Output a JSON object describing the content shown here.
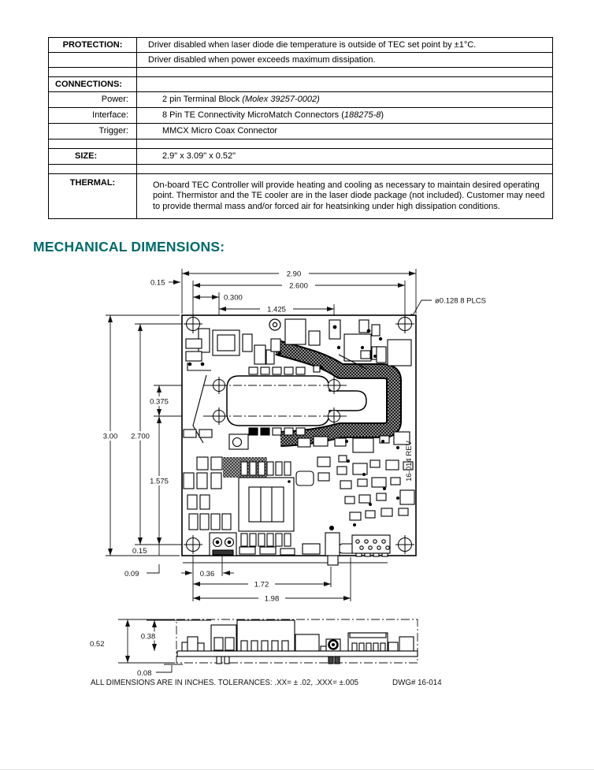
{
  "table": {
    "rows": [
      {
        "label": "PROTECTION:",
        "value_pre": "Driver disabled when laser diode die temperature is outside of TEC set point by ±1°C.",
        "value_italic": "",
        "value_post": ""
      },
      {
        "label": "",
        "value_pre": "Driver disabled when power exceeds maximum dissipation.",
        "value_italic": "",
        "value_post": ""
      },
      {
        "label": "",
        "value_pre": "",
        "value_italic": "",
        "value_post": ""
      },
      {
        "label": "CONNECTIONS:",
        "value_pre": "",
        "value_italic": "",
        "value_post": ""
      },
      {
        "label": "Power:",
        "value_pre": "2 pin Terminal Block ",
        "value_italic": "(Molex 39257-0002)",
        "value_post": ""
      },
      {
        "label": "Interface:",
        "value_pre": "8 Pin TE Connectivity MicroMatch Connectors (",
        "value_italic": "188275-8",
        "value_post": ")"
      },
      {
        "label": "Trigger:",
        "value_pre": "MMCX Micro Coax Connector",
        "value_italic": "",
        "value_post": ""
      },
      {
        "label": "",
        "value_pre": "",
        "value_italic": "",
        "value_post": ""
      },
      {
        "label": "SIZE:",
        "value_pre": "2.9\" x 3.09\" x 0.52\"",
        "value_italic": "",
        "value_post": ""
      },
      {
        "label": "",
        "value_pre": "",
        "value_italic": "",
        "value_post": ""
      },
      {
        "label": "THERMAL:",
        "value_pre": "On-board TEC Controller will provide heating and cooling as necessary to maintain desired operating point.  Thermistor and the TE cooler are in the laser diode package (not included).  Customer may need to provide thermal mass and/or forced air for heatsinking under high dissipation conditions.",
        "value_italic": "",
        "value_post": ""
      }
    ]
  },
  "heading": {
    "title": "MECHANICAL DIMENSIONS:",
    "color": "#006A6A"
  },
  "drawing": {
    "dims": {
      "board_width": "2.90",
      "hole_span_h": "2.600",
      "hole_offset_h": "0.300",
      "inner_span_h": "1.425",
      "edge_top": "0.15",
      "board_height": "3.00",
      "hole_span_v": "2.700",
      "inner_span_v": "0.375",
      "lower_span_v": "1.575",
      "edge_bottom": "0.15",
      "under_gap": "0.09",
      "block_offset": "0.36",
      "mmcx_offset": "1.72",
      "conn_offset": "1.98",
      "side_height": "0.52",
      "side_comp_height": "0.38",
      "side_pin_height": "0.08"
    },
    "hole_callout": "ø0.128 8 PLCS",
    "board_label": "16-014 REV",
    "note": "ALL DIMENSIONS ARE IN INCHES.  TOLERANCES: .XX= ± .02, .XXX= ±.005",
    "dwg_number": "DWG# 16-014"
  }
}
